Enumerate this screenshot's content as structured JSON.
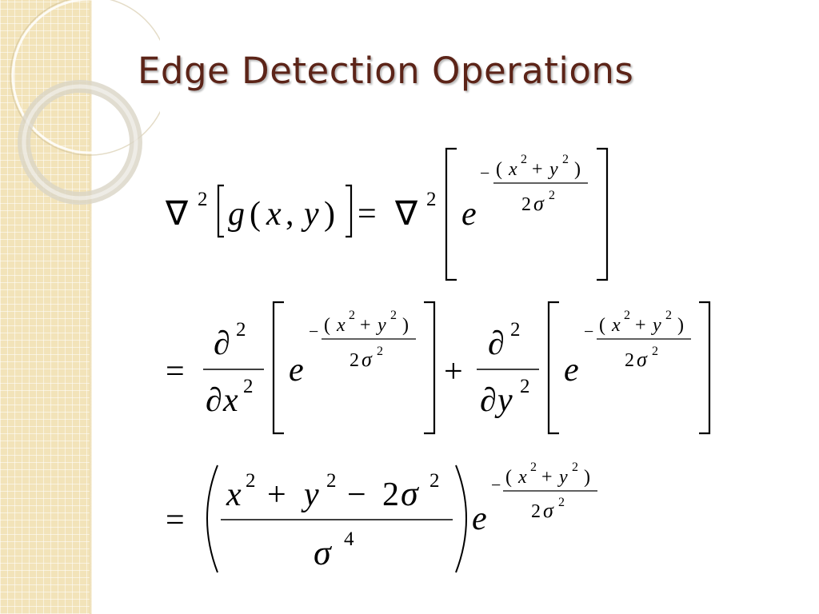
{
  "slide": {
    "title": "Edge Detection Operations",
    "colors": {
      "title": "#5c2418",
      "side_band": "#f2e3b9",
      "background": "#ffffff"
    }
  },
  "equation": {
    "nabla": "∇",
    "two": "2",
    "four": "4",
    "g": "g",
    "x": "x",
    "y": "y",
    "e": "e",
    "sigma": "σ",
    "partial": "∂",
    "equals": "=",
    "plus": "+",
    "minus": "−",
    "comma": ",",
    "lparen": "(",
    "rparen": ")"
  }
}
